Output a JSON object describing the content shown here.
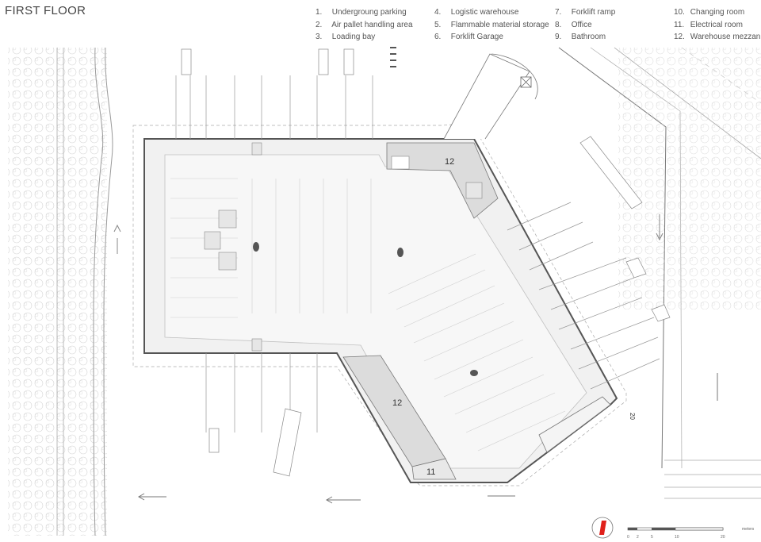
{
  "title": "FIRST FLOOR",
  "legend": {
    "col1": [
      {
        "num": "1.",
        "text": "Undergroung parking"
      },
      {
        "num": "2.",
        "text": "Air  pallet handling area"
      },
      {
        "num": "3.",
        "text": "Loading bay"
      }
    ],
    "col2": [
      {
        "num": "4.",
        "text": "Logistic warehouse"
      },
      {
        "num": "5.",
        "text": "Flammable material storage"
      },
      {
        "num": "6.",
        "text": "Forklift Garage"
      }
    ],
    "col3": [
      {
        "num": "7.",
        "text": "Forklift ramp"
      },
      {
        "num": "8.",
        "text": "Office"
      },
      {
        "num": "9.",
        "text": "Bathroom"
      }
    ],
    "col4": [
      {
        "num": "10.",
        "text": "Changing room"
      },
      {
        "num": "11.",
        "text": "Electrical room"
      },
      {
        "num": "12.",
        "text": "Warehouse mezzanine"
      }
    ]
  },
  "room_labels": {
    "mezzanine_north": "12",
    "mezzanine_south": "12",
    "electrical": "11"
  },
  "dimension_label": "20",
  "scale": {
    "unit": "meters",
    "ticks": [
      "0",
      "2",
      "5",
      "10",
      "20"
    ]
  },
  "colors": {
    "line": "#555555",
    "light_line": "#b5b5b5",
    "floor": "#f1f1f1",
    "mezzanine": "#dcdcdc",
    "north_arrow": "#e0211b"
  }
}
